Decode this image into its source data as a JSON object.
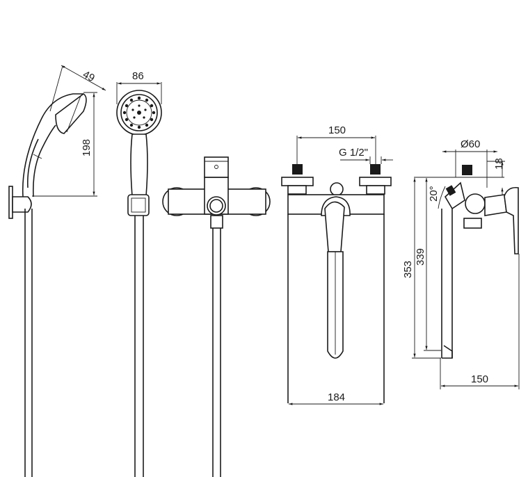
{
  "dimensions": {
    "handshower_depth": "49",
    "handshower_height": "198",
    "handshower_head_diameter": "86",
    "inlet_spacing": "150",
    "inlet_thread": "G 1/2\"",
    "body_width": "184",
    "holder_diameter": "Ø60",
    "offset_18": "18",
    "angle": "20°",
    "total_height": "353",
    "spout_height": "339",
    "spout_projection": "150"
  }
}
